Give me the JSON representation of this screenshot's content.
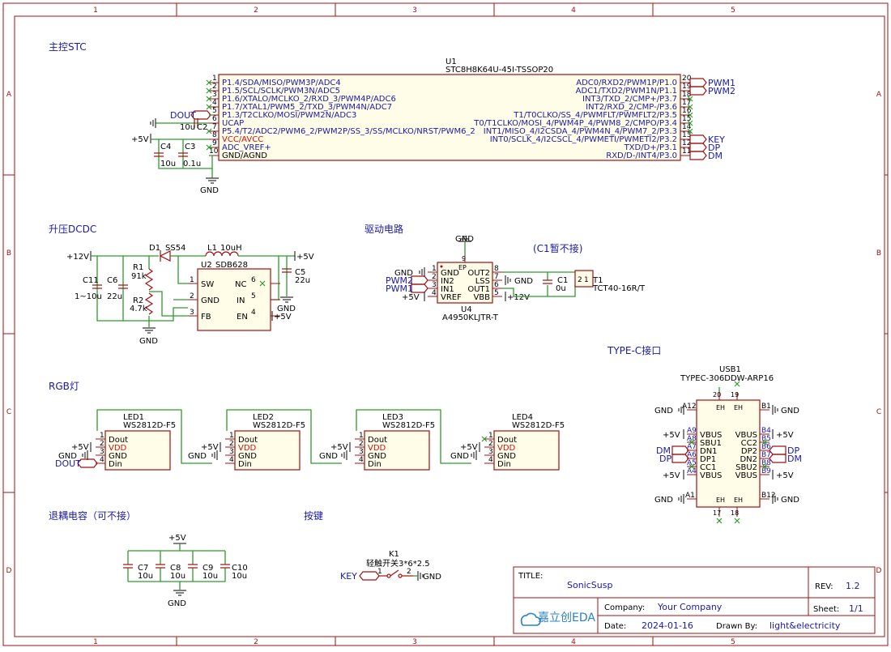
{
  "ruler": {
    "cols": [
      "1",
      "2",
      "3",
      "4",
      "5"
    ],
    "rows": [
      "A",
      "B",
      "C",
      "D"
    ]
  },
  "sections": {
    "mcu": "主控STC",
    "dcdc": "升压DCDC",
    "driver": "驱动电路",
    "c1_note": "(C1暂不接)",
    "typec": "TYPE-C接口",
    "rgb": "RGB灯",
    "decap": "退耦电容（可不接）",
    "key": "按键"
  },
  "u1": {
    "ref": "U1",
    "part": "STC8H8K64U-45I-TSSOP20",
    "left_pins": [
      {
        "num": "1",
        "name": "P1.4/SDA/MISO/PWM3P/ADC4"
      },
      {
        "num": "2",
        "name": "P1.5/SCL/SCLK/PWM3N/ADC5"
      },
      {
        "num": "3",
        "name": "P1.6/XTALO/MCLKO_2/RXD_3/PWM4P/ADC6"
      },
      {
        "num": "4",
        "name": "P1.7/XTAL1/PWM5_2/TXD_3/PWM4N/ADC7"
      },
      {
        "num": "5",
        "name": "P1.3/T2CLKO/MOSI/PWM2N/ADC3"
      },
      {
        "num": "6",
        "name": "UCAP"
      },
      {
        "num": "7",
        "name": "P5.4/T2/ADC2/PWM6_2/PWM2P/SS_3/SS/MCLKO/NRST/PWM6_2"
      },
      {
        "num": "8",
        "name": "VCC/AVCC"
      },
      {
        "num": "9",
        "name": "ADC_VREF+"
      },
      {
        "num": "10",
        "name": "GND/AGND"
      }
    ],
    "right_pins": [
      {
        "num": "20",
        "name": "ADC0/RXD2/PWM1P/P1.0",
        "net": "PWM1"
      },
      {
        "num": "19",
        "name": "ADC1/TXD2/PWM1N/P1.1",
        "net": "PWM2"
      },
      {
        "num": "18",
        "name": "INT3/TXD_2/CMP+/P3.7",
        "net": ""
      },
      {
        "num": "17",
        "name": "INT2/RXD_2/CMP-/P3.6",
        "net": ""
      },
      {
        "num": "16",
        "name": "T1/T0CLKO/SS_4/PWMFLT/PWMFLT2/P3.5",
        "net": ""
      },
      {
        "num": "15",
        "name": "T0/T1CLKO/MOSI_4/PWM4P_4/PWM8_2/CMPO/P3.4",
        "net": ""
      },
      {
        "num": "14",
        "name": "INT1/MISO_4/I2CSDA_4/PWM4N_4/PWM7_2/P3.3",
        "net": ""
      },
      {
        "num": "13",
        "name": "INT0/SCLK_4/I2CSCL_4/PWMETI/PWMETI2/P3.2",
        "net": "KEY"
      },
      {
        "num": "12",
        "name": "TXD/D+/P3.1",
        "net": "DP"
      },
      {
        "num": "11",
        "name": "RXD/D-/INT4/P3.0",
        "net": "DM"
      }
    ]
  },
  "mcu_parts": {
    "dout_net": "DOUT",
    "c2_ref": "C2",
    "c2_val": "10u",
    "c4_ref": "C4",
    "c4_val": "10u",
    "c3_ref": "C3",
    "c3_val": "0.1u",
    "vcc": "+5V",
    "gnd": "GND"
  },
  "dcdc": {
    "vin": "+12V",
    "vout": "+5V",
    "gnd": "GND",
    "d1_ref": "D1",
    "d1_part": "SS54",
    "l1_ref": "L1",
    "l1_val": "10uH",
    "u2_ref": "U2",
    "u2_part": "SDB628",
    "u2_pins": [
      {
        "num": "1",
        "name": "SW"
      },
      {
        "num": "2",
        "name": "GND"
      },
      {
        "num": "3",
        "name": "FB"
      },
      {
        "num": "6",
        "name": "NC"
      },
      {
        "num": "5",
        "name": "IN"
      },
      {
        "num": "4",
        "name": "EN"
      }
    ],
    "en_net": "+5V",
    "r1_ref": "R1",
    "r1_val": "91k",
    "r2_ref": "R2",
    "r2_val": "4.7k",
    "c11_ref": "C11",
    "c11_val": "1~10u",
    "c6_ref": "C6",
    "c6_val": "22u",
    "c5_ref": "C5",
    "c5_val": "22u"
  },
  "driver": {
    "gnd": "GND",
    "u4_ref": "U4",
    "u4_part": "A4950KLJTR-T",
    "left_pins": [
      {
        "num": "1",
        "name": "GND",
        "net": "GND"
      },
      {
        "num": "2",
        "name": "IN2",
        "net": "PWM2"
      },
      {
        "num": "3",
        "name": "IN1",
        "net": "PWM1"
      },
      {
        "num": "4",
        "name": "VREF",
        "net": "+5V"
      }
    ],
    "right_pins": [
      {
        "num": "8",
        "name": "OUT2"
      },
      {
        "num": "7",
        "name": "LSS",
        "net": "GND"
      },
      {
        "num": "6",
        "name": "OUT1"
      },
      {
        "num": "5",
        "name": "VBB",
        "net": "+12V"
      }
    ],
    "ep": "9",
    "ep_label": "EP",
    "c1_ref": "C1",
    "c1_val": "0u",
    "t1_ref": "T1",
    "t1_part": "TCT40-16R/T"
  },
  "usb": {
    "ref": "USB1",
    "part": "TYPEC-306DDW-ARP16",
    "left_pins": [
      {
        "num": "A9",
        "name": "VBUS",
        "net": "+5V"
      },
      {
        "num": "A8",
        "name": "SBU1",
        "net": ""
      },
      {
        "num": "A7",
        "name": "DN1",
        "net": "DM"
      },
      {
        "num": "A6",
        "name": "DP1",
        "net": "DP"
      },
      {
        "num": "A5",
        "name": "CC1",
        "net": ""
      },
      {
        "num": "A4",
        "name": "VBUS",
        "net": "+5V"
      }
    ],
    "right_pins": [
      {
        "num": "B4",
        "name": "VBUS",
        "net": "+5V"
      },
      {
        "num": "B5",
        "name": "CC2",
        "net": ""
      },
      {
        "num": "B6",
        "name": "DP2",
        "net": "DP"
      },
      {
        "num": "B7",
        "name": "DN2",
        "net": "DM"
      },
      {
        "num": "B8",
        "name": "SBU2",
        "net": ""
      },
      {
        "num": "B9",
        "name": "VBUS",
        "net": "+5V"
      }
    ],
    "corner_pins": {
      "a12": "A12",
      "b1": "B1",
      "a1": "A1",
      "b12": "B12"
    },
    "eh_pins": [
      "20",
      "19",
      "17",
      "18"
    ],
    "eh": "EH",
    "gnd": "GND"
  },
  "leds": [
    {
      "ref": "LED1",
      "part": "WS2812D-F5"
    },
    {
      "ref": "LED2",
      "part": "WS2812D-F5"
    },
    {
      "ref": "LED3",
      "part": "WS2812D-F5"
    },
    {
      "ref": "LED4",
      "part": "WS2812D-F5"
    }
  ],
  "led_pins": [
    {
      "num": "1",
      "name": "Dout"
    },
    {
      "num": "2",
      "name": "VDD"
    },
    {
      "num": "3",
      "name": "GND"
    },
    {
      "num": "4",
      "name": "Din"
    }
  ],
  "led_nets": {
    "vcc": "+5V",
    "gnd": "GND",
    "din": "DOUT"
  },
  "decap": {
    "vcc": "+5V",
    "gnd": "GND",
    "caps": [
      {
        "ref": "C7",
        "val": "10u"
      },
      {
        "ref": "C8",
        "val": "10u"
      },
      {
        "ref": "C9",
        "val": "10u"
      },
      {
        "ref": "C10",
        "val": "10u"
      }
    ]
  },
  "key": {
    "ref": "K1",
    "part": "轻触开关3*6*2.5",
    "net": "KEY",
    "gnd": "GND",
    "pin1": "1",
    "pin2": "2"
  },
  "titleblock": {
    "title_label": "TITLE:",
    "title": "SonicSusp",
    "rev_label": "REV:",
    "rev": "1.2",
    "company_label": "Company:",
    "company": "Your Company",
    "sheet_label": "Sheet:",
    "sheet": "1/1",
    "date_label": "Date:",
    "date": "2024-01-16",
    "drawn_label": "Drawn By:",
    "drawn": "light&electricity",
    "logo": "嘉立创EDA"
  },
  "colors": {
    "frame": "#a01010",
    "wire": "#2f9a2f",
    "label": "#1a1aa8",
    "power_pin": "#d01010"
  }
}
